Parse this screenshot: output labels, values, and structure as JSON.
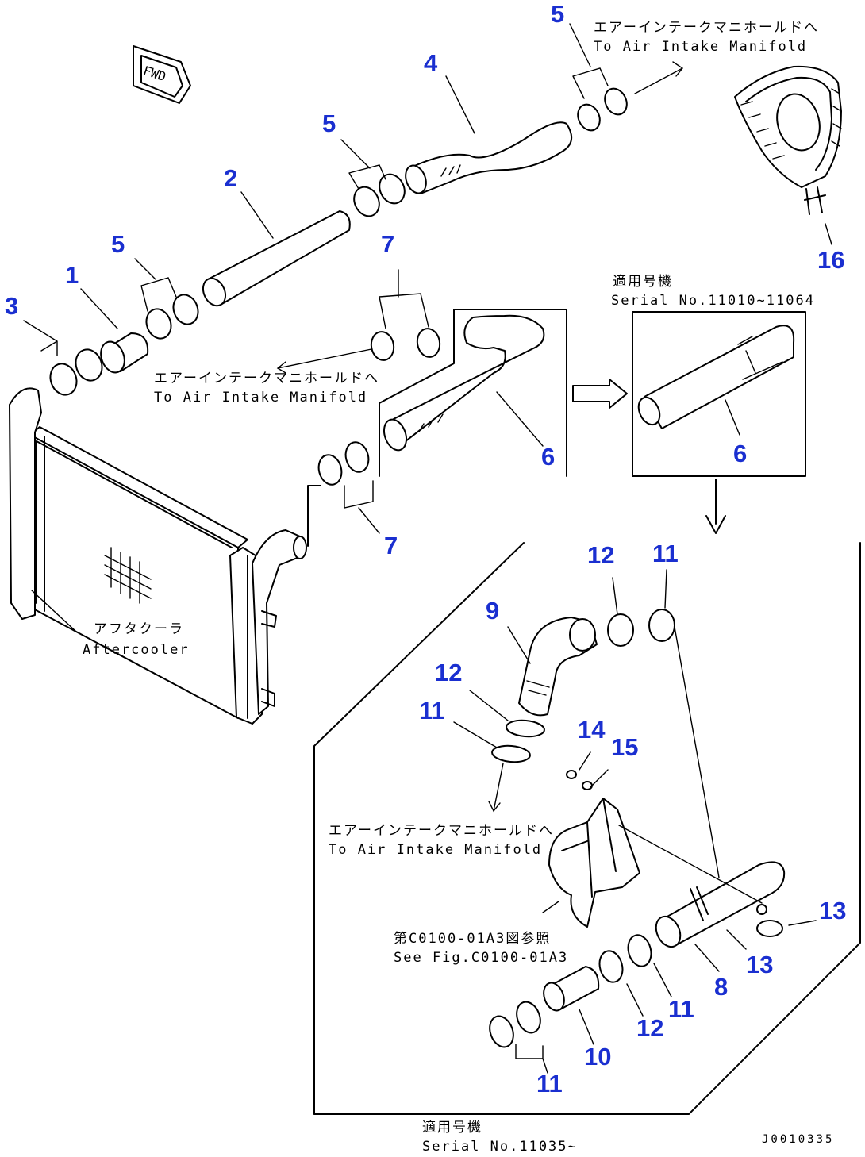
{
  "parts": {
    "p1": "1",
    "p2": "2",
    "p3": "3",
    "p4": "4",
    "p5a": "5",
    "p5b": "5",
    "p5c": "5",
    "p6a": "6",
    "p6b": "6",
    "p7a": "7",
    "p7b": "7",
    "p8": "8",
    "p9": "9",
    "p10": "10",
    "p11a": "11",
    "p11b": "11",
    "p11c": "11",
    "p11d": "11",
    "p12a": "12",
    "p12b": "12",
    "p12c": "12",
    "p13a": "13",
    "p13b": "13",
    "p14": "14",
    "p15": "15",
    "p16": "16"
  },
  "labels": {
    "fwd": "FWD",
    "to_intake_top_jp": "エアーインテークマニホールドへ",
    "to_intake_top_en": "To Air Intake Manifold",
    "to_intake_mid_jp": "エアーインテークマニホールドへ",
    "to_intake_mid_en": "To Air Intake Manifold",
    "to_intake_low_jp": "エアーインテークマニホールドへ",
    "to_intake_low_en": "To Air Intake Manifold",
    "serial_top_jp": "適用号機",
    "serial_top_en": "Serial No.11010~11064",
    "aftercooler_jp": "アフタクーラ",
    "aftercooler_en": "Aftercooler",
    "see_fig_jp": "第C0100-01A3図参照",
    "see_fig_en": "See Fig.C0100-01A3",
    "serial_bottom_jp": "適用号機",
    "serial_bottom_en": "Serial No.11035~",
    "doc_code": "J0010335"
  },
  "colors": {
    "callout": "#1a2fd0",
    "line": "#000000",
    "background": "#ffffff"
  }
}
